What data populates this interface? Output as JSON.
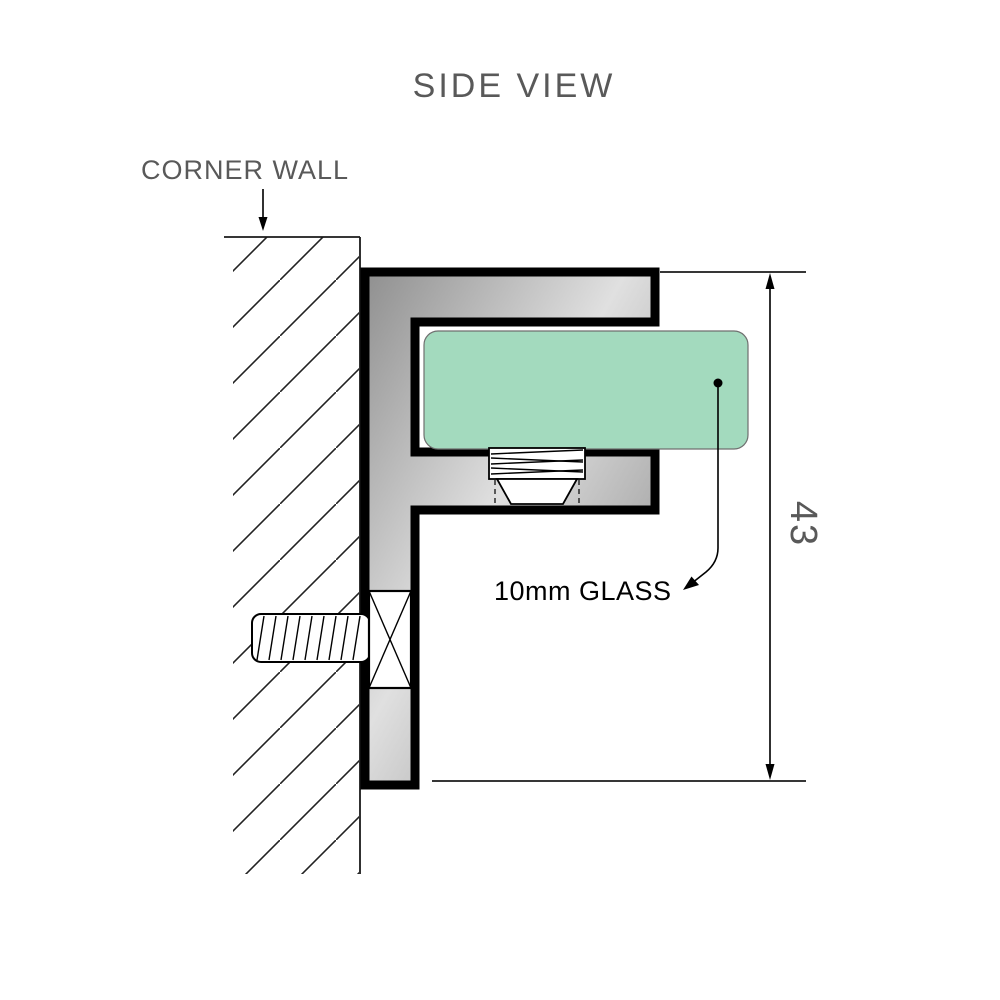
{
  "diagram": {
    "title": "SIDE VIEW",
    "labels": {
      "corner_wall": "CORNER WALL",
      "glass": "10mm GLASS",
      "dimension_height": "43"
    },
    "colors": {
      "glass_fill": "#a3dabe",
      "outline": "#000000",
      "text_gray": "#595959",
      "metal_light": "#e0e0e0",
      "metal_dark": "#808080"
    }
  }
}
